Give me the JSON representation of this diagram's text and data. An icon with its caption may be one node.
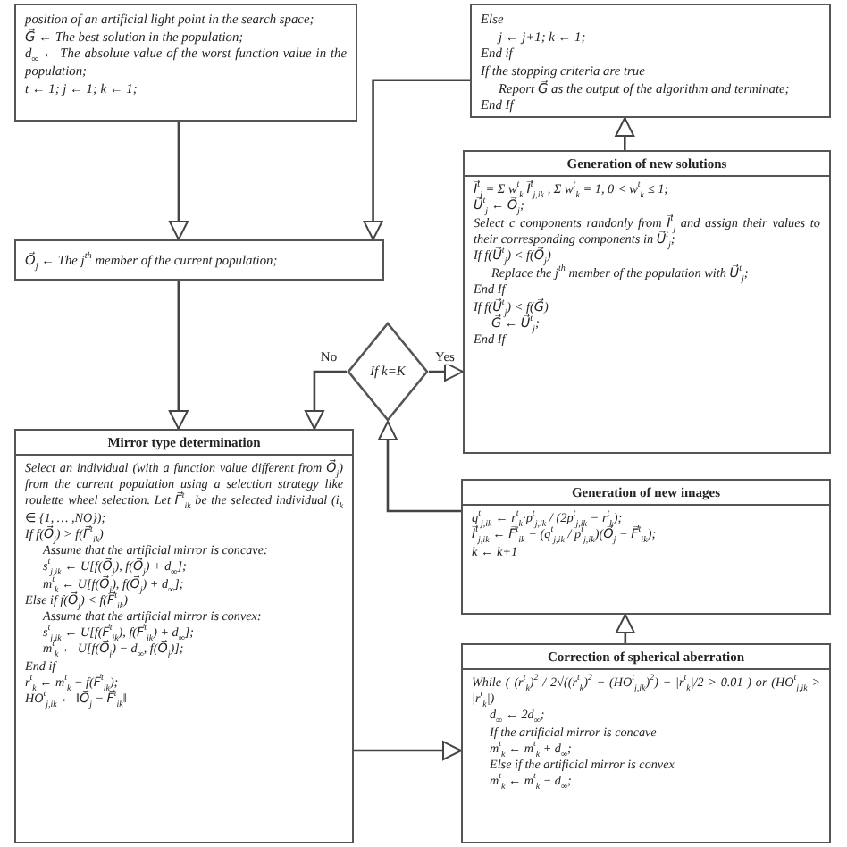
{
  "diagram": {
    "nodes": [
      {
        "text": [
          "position of an artificial light point in the search space;",
          "G⃗ ← The best solution in the population;",
          "d$_{∞}$ ← The absolute value of the worst function value in the population;",
          "t ← 1;  j ← 1; k ← 1;"
        ]
      },
      {
        "text": [
          "Else",
          "j ← j+1; k ← 1;",
          "End if",
          "If the stopping criteria are true",
          "Report G⃗ as the output of the algorithm and terminate;",
          "End If"
        ]
      },
      {
        "text": [
          "Generation of new solutions",
          "I⃗$^{t}$$_{j}$ = Σ w$^{t}$$_{k}$ I⃗$^{t}$$_{j,ik}$ ,  Σ w$^{t}$$_{k}$ = 1,  0 < w$^{t}$$_{k}$ ≤ 1;",
          "U⃗$^{t}$$_{j}$ ← O⃗$_{j}$;",
          "Select c components randonly from I⃗$^{t}$$_{j}$ and assign their values to their corresponding components in U⃗$^{t}$$_{j}$;",
          "If f(U⃗$^{t}$$_{j}$) < f(O⃗$_{j}$)",
          "Replace the j$^{th}$ member of the population with U⃗$^{t}$$_{j}$;",
          "End If",
          "If f(U⃗$^{t}$$_{j}$) < f(G⃗)",
          "G⃗ ← U⃗$^{t}$$_{j}$;",
          "End If"
        ]
      },
      {
        "text": [
          "O⃗$_{j}$ ← The j$^{th}$ member of the current population;"
        ]
      },
      {
        "text": [
          "If k=K"
        ]
      },
      {
        "text": [
          "Mirror type determination",
          "Select an individual (with a function value different from O⃗$_{j}$) from the current population using a selection strategy like roulette wheel selection. Let F⃗$^{t}$$_{ik}$ be the selected individual (i$_{k}$ ∈ {1, … ,NO});",
          "If f(O⃗$_{j}$) > f(F⃗$^{t}$$_{ik}$)",
          "Assume that the artificial mirror is concave:",
          "s$^{t}$$_{j,ik}$ ← U[f(O⃗$_{j}$), f(O⃗$_{j}$) + d$_{∞}$];",
          "m$^{t}$$_{k}$ ← U[f(O⃗$_{j}$), f(O⃗$_{j}$) + d$_{∞}$];",
          "Else if f(O⃗$_{j}$) < f(F⃗$^{t}$$_{ik}$)",
          "Assume that the artificial mirror is convex:",
          "s$^{t}$$_{j,ik}$ ← U[f(F⃗$^{t}$$_{ik}$), f(F⃗$^{t}$$_{ik}$) + d$_{∞}$];",
          "m$^{t}$$_{k}$ ← U[f(O⃗$_{j}$) − d$_{∞}$, f(O⃗$_{j}$)];",
          "End if",
          "r$^{t}$$_{k}$ ← m$^{t}$$_{k}$ − f(F⃗$^{t}$$_{ik}$);",
          "HO$^{t}$$_{j,ik}$ ← ‖O⃗$_{j}$ − F⃗$^{t}$$_{ik}$‖"
        ]
      },
      {
        "text": [
          "Generation of new images",
          "q$^{t}$$_{j,ik}$ ← r$^{t}$$_{k}$·p$^{t}$$_{j,ik}$ / (2p$^{t}$$_{j,ik}$ − r$^{t}$$_{k}$);",
          "I⃗$^{t}$$_{j,ik}$ ← F⃗$^{t}$$_{ik}$ − (q$^{t}$$_{j,ik}$ / p$^{t}$$_{j,ik}$)(O⃗$_{j}$ − F⃗$^{t}$$_{ik}$);",
          "k ← k+1"
        ]
      },
      {
        "text": [
          "Correction of spherical aberration",
          "While ( (r$^{t}$$_{k}$)$^{2}$ / 2√((r$^{t}$$_{k}$)$^{2}$ − (HO$^{t}$$_{j,ik}$)$^{2}$) − |r$^{t}$$_{k}$|/2 > 0.01 ) or (HO$^{t}$$_{j,ik}$ > |r$^{t}$$_{k}$|)",
          "d$_{∞}$ ← 2d$_{∞}$;",
          "If the artificial mirror is concave",
          "m$^{t}$$_{k}$ ← m$^{t}$$_{k}$ + d$_{∞}$;",
          "Else if the artificial mirror is convex",
          "m$^{t}$$_{k}$ ← m$^{t}$$_{k}$ − d$_{∞}$;"
        ]
      }
    ],
    "edges": [
      {
        "from": 0,
        "to": 3,
        "arrow": "to"
      },
      {
        "from": 3,
        "to": 5,
        "arrow": "to"
      },
      {
        "from": 4,
        "to": 5,
        "arrow": "to",
        "label": "No"
      },
      {
        "from": 4,
        "to": 2,
        "arrow": "to",
        "label": "Yes"
      },
      {
        "from": 6,
        "to": 4,
        "arrow": "to"
      },
      {
        "from": 7,
        "to": 6,
        "arrow": "to"
      },
      {
        "from": 5,
        "to": 7,
        "arrow": "to"
      },
      {
        "from": 2,
        "to": 1,
        "arrow": "to"
      },
      {
        "from": 1,
        "to": 3,
        "arrow": "to"
      }
    ]
  }
}
